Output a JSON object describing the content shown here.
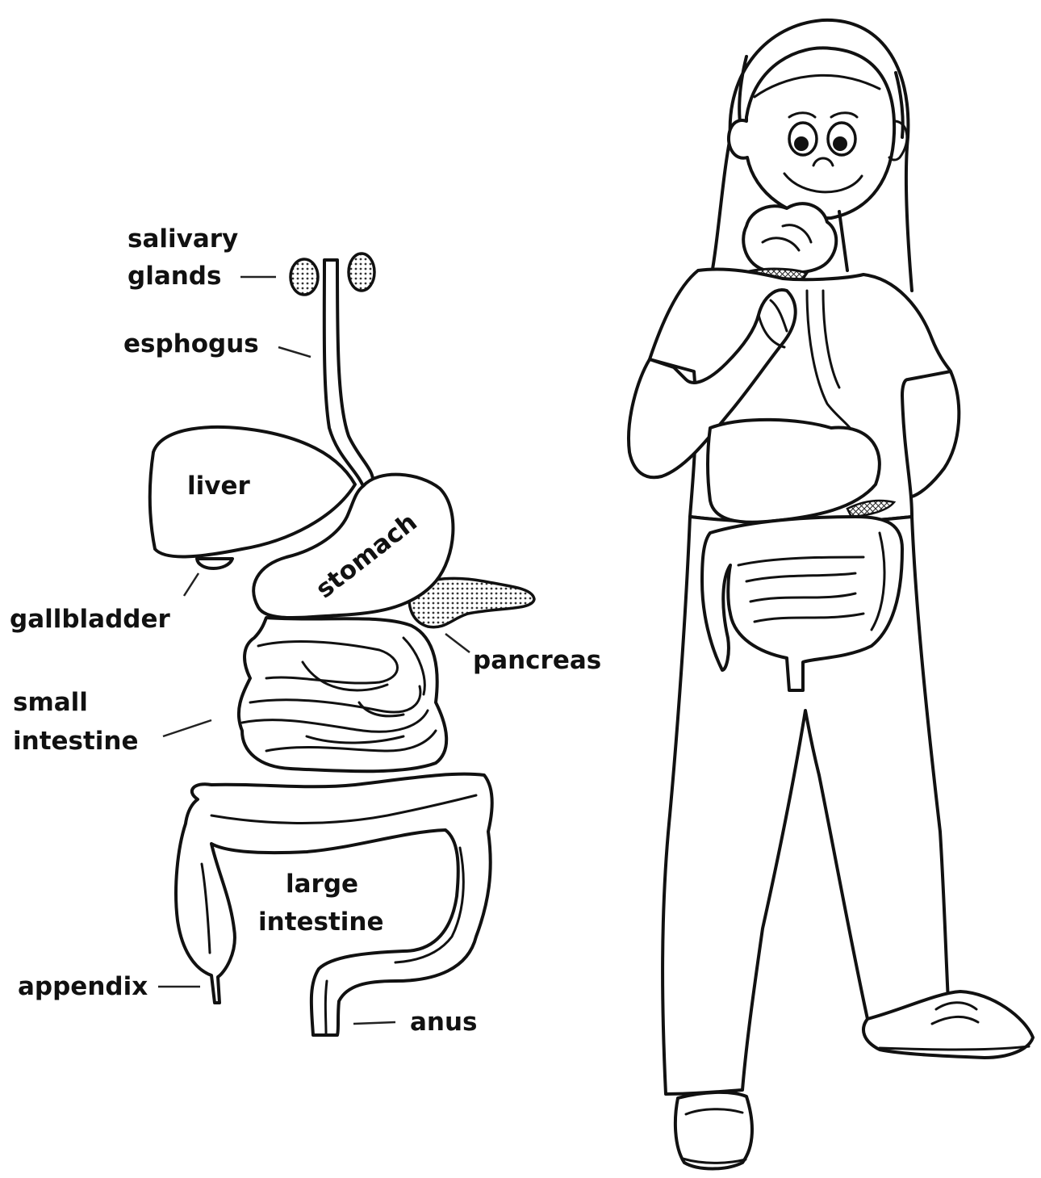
{
  "diagram": {
    "labels": {
      "salivary_glands": [
        "salivary",
        "glands"
      ],
      "esophagus": "esphogus",
      "liver": "liver",
      "stomach": "stomach",
      "gallbladder": "gallbladder",
      "pancreas": "pancreas",
      "small_intestine": [
        "small",
        "intestine"
      ],
      "large_intestine": [
        "large",
        "intestine"
      ],
      "appendix": "appendix",
      "anus": "anus"
    }
  },
  "illustration": {
    "subject": "girl-eating-ice-cream",
    "colors": {
      "line": "#111111",
      "background": "#ffffff"
    }
  }
}
